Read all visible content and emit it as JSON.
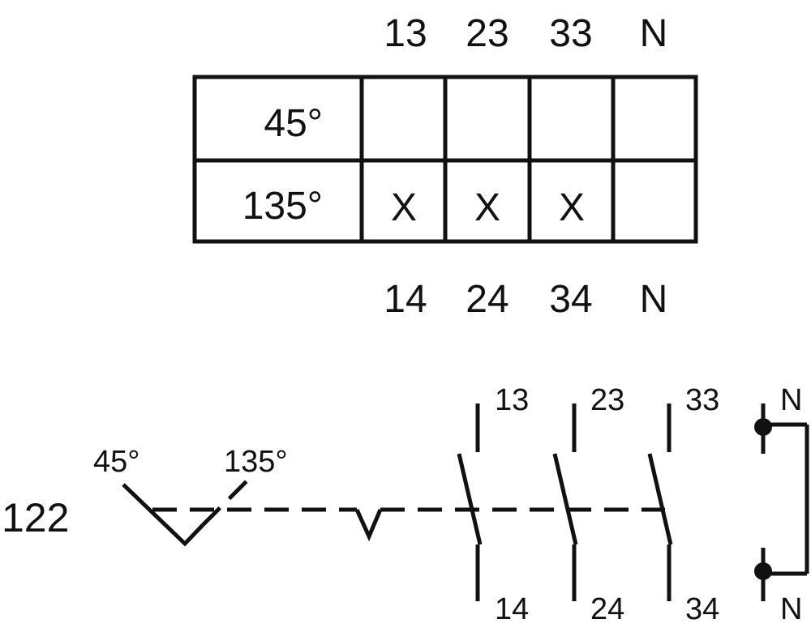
{
  "table": {
    "top_terminals": [
      "13",
      "23",
      "33",
      "N"
    ],
    "bottom_terminals": [
      "14",
      "24",
      "34",
      "N"
    ],
    "rows": [
      {
        "angle": "45°",
        "cells": [
          "",
          "",
          "",
          ""
        ]
      },
      {
        "angle": "135°",
        "cells": [
          "X",
          "X",
          "X",
          ""
        ]
      }
    ]
  },
  "schematic": {
    "switch_number": "122",
    "positions": [
      "45°",
      "135°"
    ],
    "contacts": [
      {
        "top": "13",
        "bottom": "14"
      },
      {
        "top": "23",
        "bottom": "24"
      },
      {
        "top": "33",
        "bottom": "34"
      }
    ],
    "neutral": {
      "top": "N",
      "bottom": "N"
    }
  }
}
